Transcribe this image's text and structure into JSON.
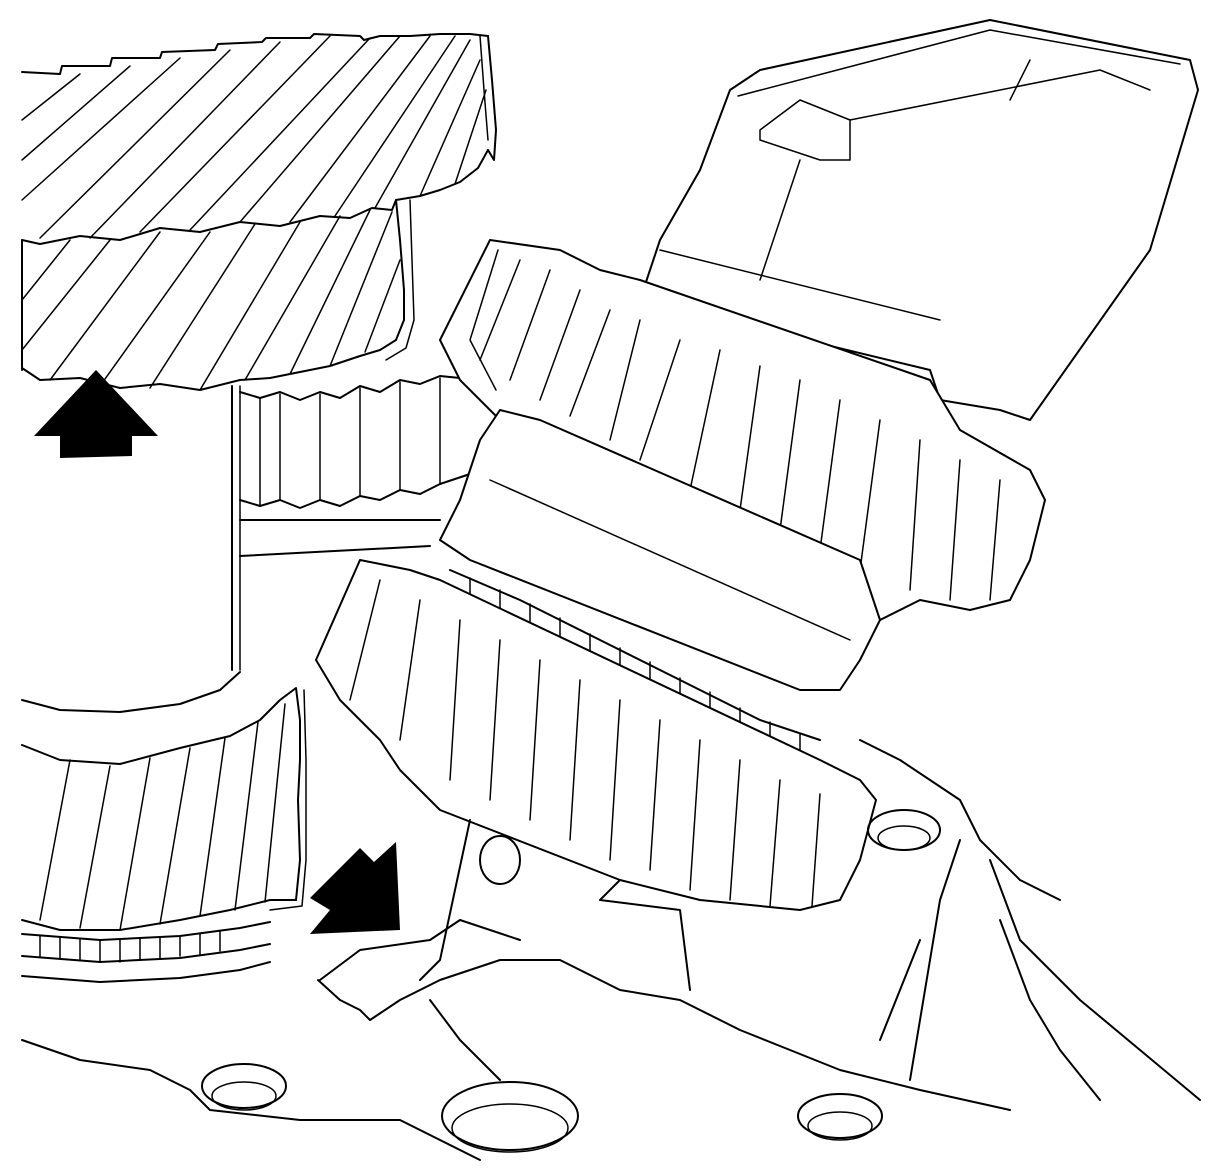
{
  "figure": {
    "style": "black-and-white line art",
    "colors": {
      "line": "#000000",
      "background": "#ffffff",
      "arrow": "#000000"
    }
  },
  "arrows": [
    {
      "name": "up-arrow",
      "direction": "up"
    },
    {
      "name": "down-left-arrow",
      "direction": "down-left"
    }
  ]
}
